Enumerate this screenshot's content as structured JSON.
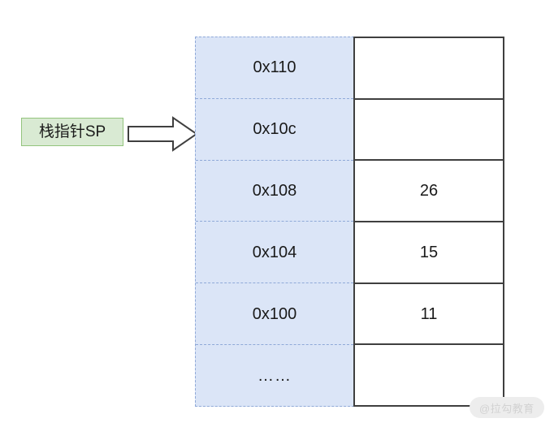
{
  "diagram": {
    "title": "stack-pointer-memory-layout",
    "pointer_label": {
      "text": "栈指针SP",
      "fill_color": "#d9ead3",
      "border_color": "#93c47d"
    },
    "arrow": {
      "icon": "block-arrow-right-icon",
      "fill_color": "#ffffff",
      "stroke_color": "#3f3f3f"
    },
    "address_column": {
      "fill_color": "#dbe5f7",
      "border_color": "#8fa9d8",
      "border_style": "dashed"
    },
    "value_column": {
      "fill_color": "#ffffff",
      "border_color": "#3f3f3f",
      "border_style": "solid"
    },
    "rows": [
      {
        "address": "0x110",
        "value": ""
      },
      {
        "address": "0x10c",
        "value": ""
      },
      {
        "address": "0x108",
        "value": "26"
      },
      {
        "address": "0x104",
        "value": "15"
      },
      {
        "address": "0x100",
        "value": "11"
      },
      {
        "address": "……",
        "value": ""
      }
    ]
  },
  "watermark": {
    "text": "@拉勾教育"
  }
}
